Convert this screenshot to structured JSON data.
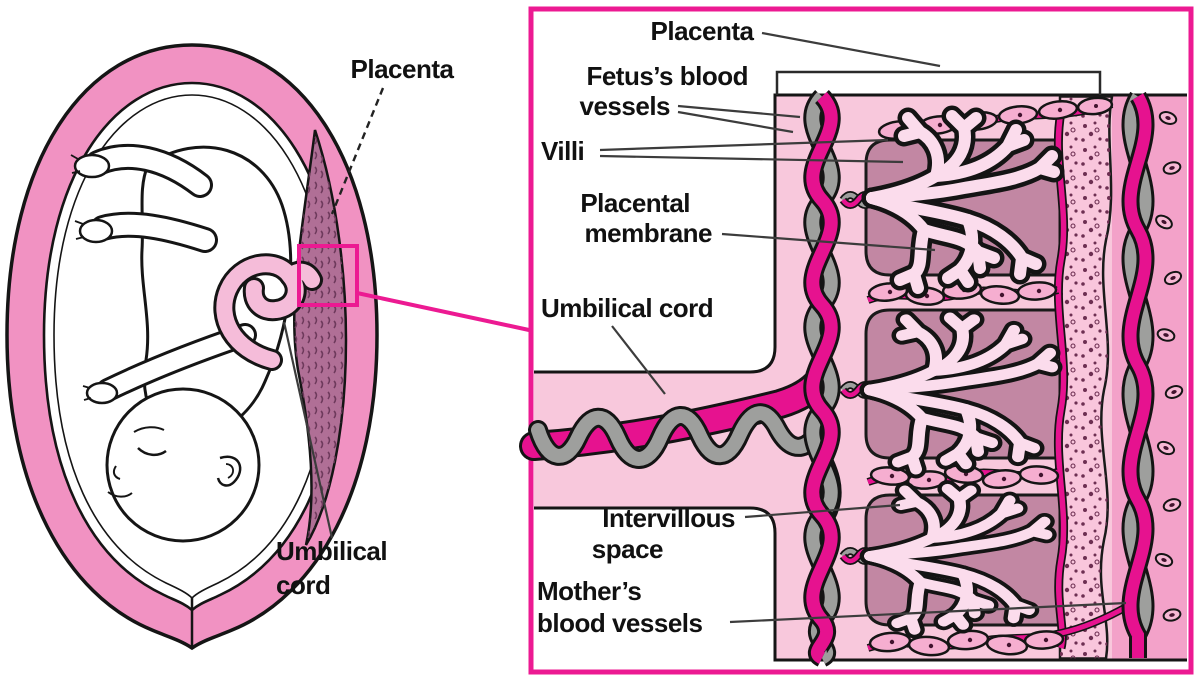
{
  "figure": {
    "title_semantic": "Placenta and umbilical cord anatomy diagram",
    "left_panel": {
      "labels": {
        "placenta": "Placenta",
        "umbilical_cord": [
          "Umbilical",
          "cord"
        ]
      }
    },
    "inset_panel": {
      "labels": {
        "placenta": "Placenta",
        "fetus_blood_vessels": [
          "Fetus’s blood",
          "vessels"
        ],
        "villi": "Villi",
        "placental_membrane": [
          "Placental",
          "membrane"
        ],
        "umbilical_cord": "Umbilical cord",
        "intervillous_space": [
          "Intervillous",
          "space"
        ],
        "mothers_blood_vessels": [
          "Mother’s",
          "blood vessels"
        ]
      }
    },
    "colors": {
      "accent_magenta": "#ec1a92",
      "vessel_magenta": "#e6128f",
      "vessel_gray": "#9e9f9d",
      "uterus_pink": "#f192c2",
      "cord_light_pink": "#f5bcd9",
      "inset_background_pink": "#f8c8dc",
      "intervillous_mauve": "#c287a3",
      "placenta_crescent": "#b06f96",
      "cell_row_pink": "#f6aed0",
      "decidua_band_pink": "#f9c6dc",
      "maternal_band_pink": "#f3a2c9",
      "villi_fill": "#fbdcec",
      "ink": "#151515"
    }
  }
}
